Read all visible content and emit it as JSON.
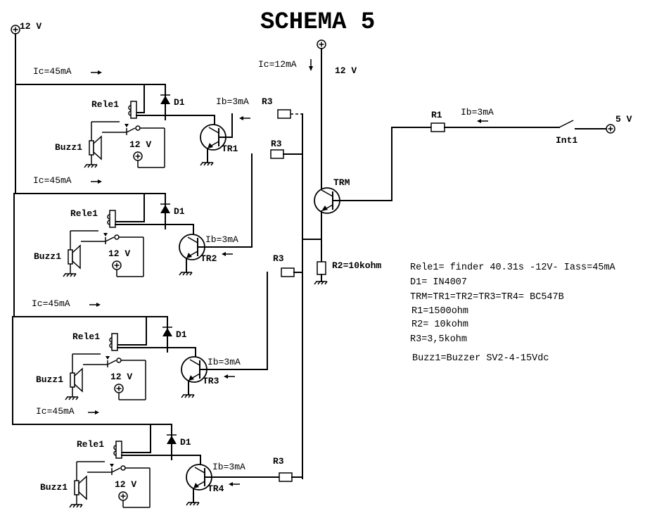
{
  "title": "SCHEMA 5",
  "supplies": {
    "main_left": "12 V",
    "trm_collector": "12 V",
    "input": "5 V"
  },
  "trm": {
    "label": "TRM",
    "ic": "Ic=12mA",
    "r2_label": "R2=10kohm"
  },
  "input_stage": {
    "r1_label": "R1",
    "ib": "Ib=3mA",
    "switch_label": "Int1"
  },
  "channels": [
    {
      "ic": "Ic=45mA",
      "relay": "Rele1",
      "diode": "D1",
      "buzzer": "Buzz1",
      "supply": "12 V",
      "transistor": "TR1",
      "ib": "Ib=3mA",
      "resistor": "R3"
    },
    {
      "ic": "Ic=45mA",
      "relay": "Rele1",
      "diode": "D1",
      "buzzer": "Buzz1",
      "supply": "12 V",
      "transistor": "TR2",
      "ib": "Ib=3mA",
      "resistor": "R3"
    },
    {
      "ic": "Ic=45mA",
      "relay": "Rele1",
      "diode": "D1",
      "buzzer": "Buzz1",
      "supply": "12 V",
      "transistor": "TR3",
      "ib": "Ib=3mA",
      "resistor": "R3"
    },
    {
      "ic": "Ic=45mA",
      "relay": "Rele1",
      "diode": "D1",
      "buzzer": "Buzz1",
      "supply": "12 V",
      "transistor": "TR4",
      "ib": "Ib=3mA",
      "resistor": "R3"
    }
  ],
  "legend": [
    "Rele1= finder 40.31s -12V- Iass=45mA",
    "D1= IN4007",
    "TRM=TR1=TR2=TR3=TR4= BC547B",
    "R1=1500ohm",
    "R2= 10kohm",
    "R3=3,5kohm",
    "Buzz1=Buzzer SV2-4-15Vdc"
  ]
}
